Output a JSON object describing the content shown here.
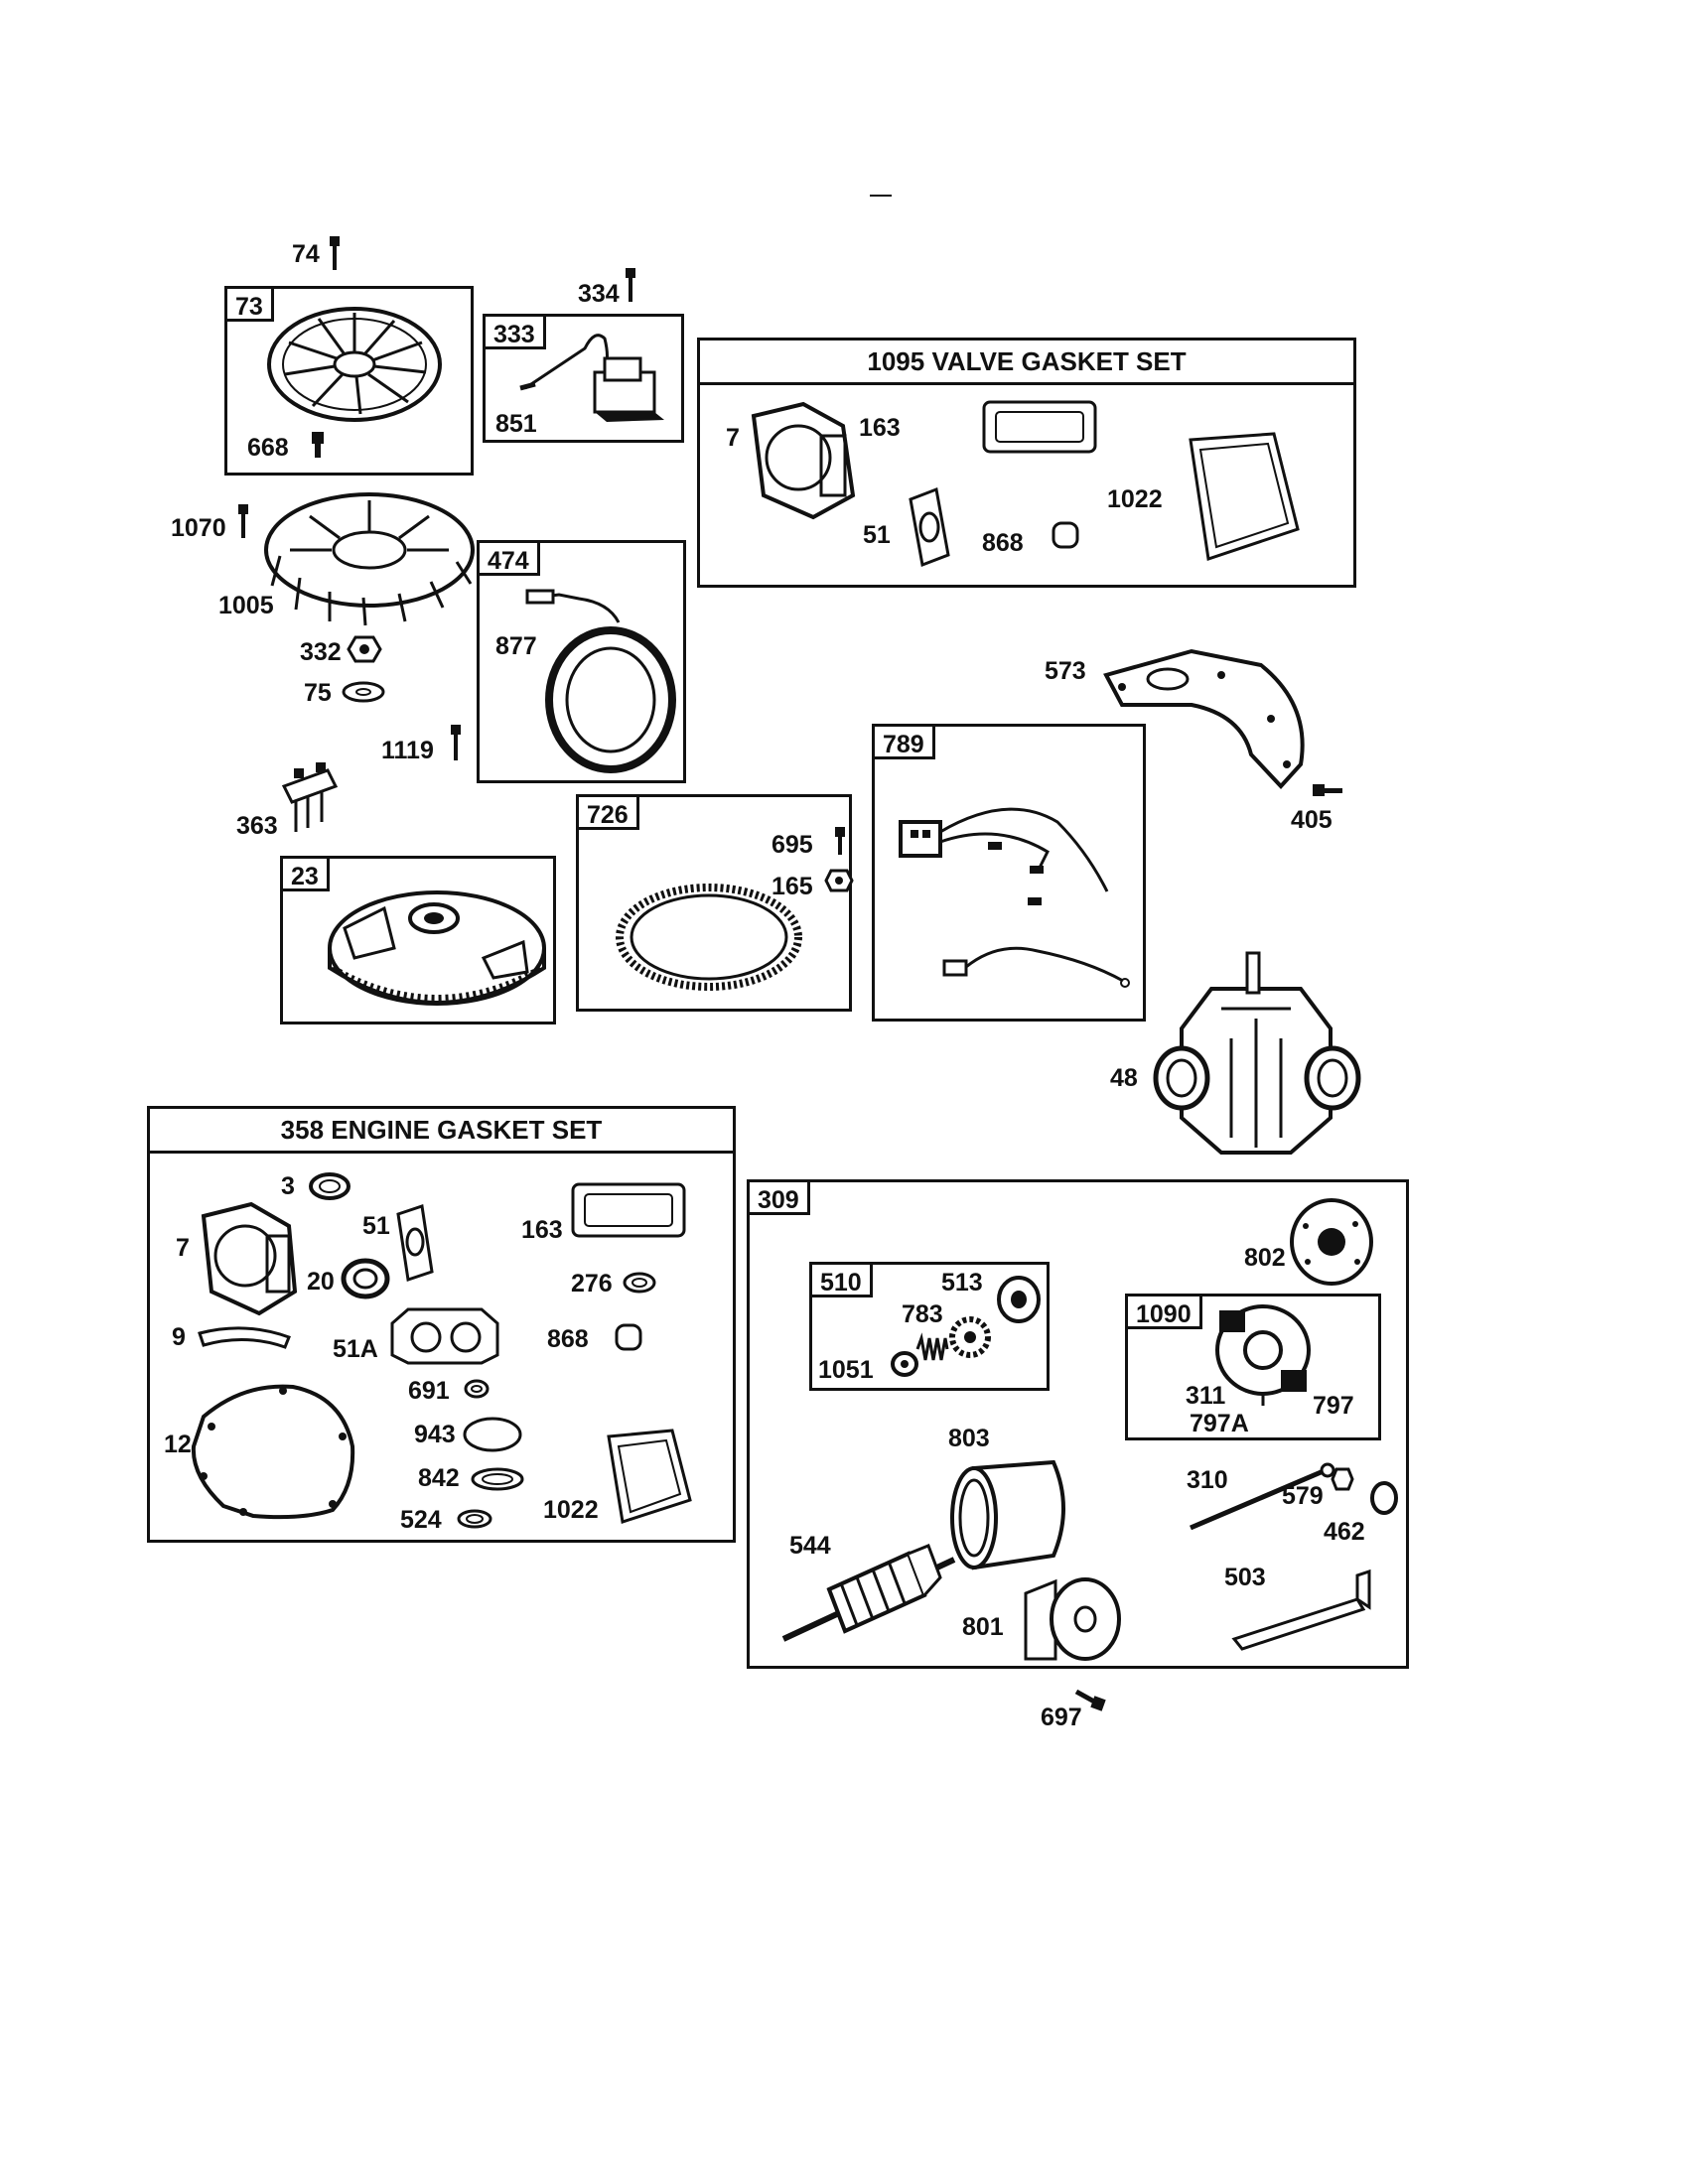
{
  "labels": {
    "p74": "74",
    "p73": "73",
    "p668": "668",
    "p334": "334",
    "p333": "333",
    "p851": "851",
    "valve_gasket_set_title": "1095 VALVE GASKET SET",
    "v7": "7",
    "v163": "163",
    "v1022": "1022",
    "v51": "51",
    "v868": "868",
    "p1070": "1070",
    "p1005": "1005",
    "p332": "332",
    "p75": "75",
    "p1119": "1119",
    "p474": "474",
    "p877": "877",
    "p573": "573",
    "p405": "405",
    "p363": "363",
    "p23": "23",
    "p726": "726",
    "p695": "695",
    "p165": "165",
    "p789": "789",
    "p48": "48",
    "engine_gasket_set_title": "358 ENGINE GASKET SET",
    "e3": "3",
    "e7": "7",
    "e51": "51",
    "e163": "163",
    "e20": "20",
    "e276": "276",
    "e9": "9",
    "e51a": "51A",
    "e868": "868",
    "e691": "691",
    "e12": "12",
    "e943": "943",
    "e842": "842",
    "e524": "524",
    "e1022": "1022",
    "p309": "309",
    "p802": "802",
    "p510": "510",
    "p513": "513",
    "p783": "783",
    "p1051": "1051",
    "p1090": "1090",
    "p311": "311",
    "p797": "797",
    "p797a": "797A",
    "p803": "803",
    "p310": "310",
    "p579": "579",
    "p462": "462",
    "p544": "544",
    "p503": "503",
    "p801": "801",
    "p697": "697"
  }
}
